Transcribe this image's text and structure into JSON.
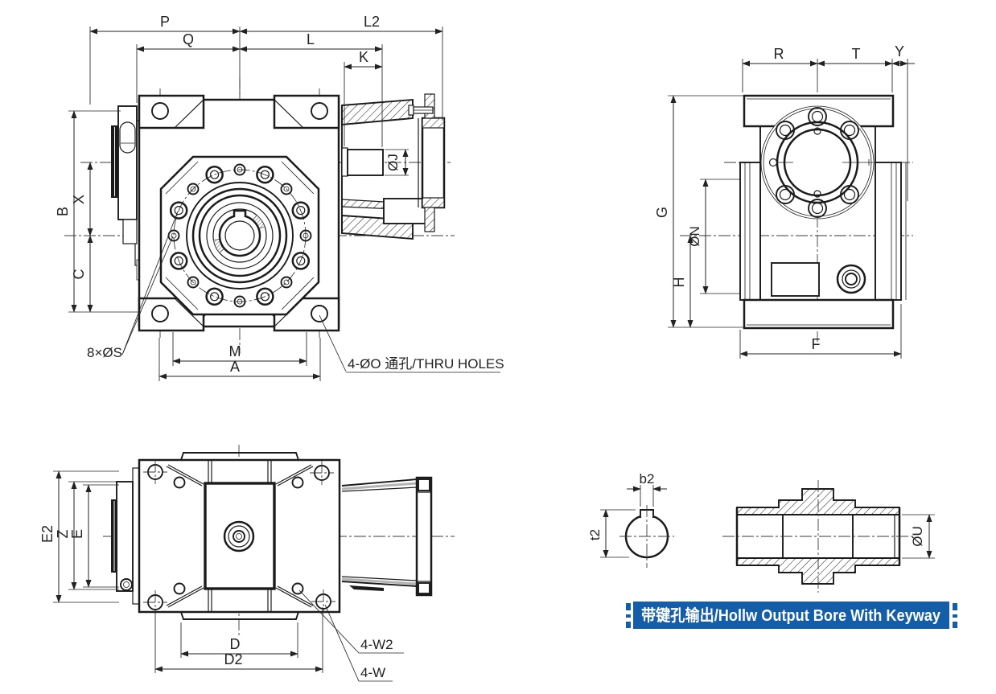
{
  "document": {
    "type": "gearbox dimensional drawing",
    "background": "#ffffff"
  },
  "colors": {
    "line": "#1b1b1b",
    "dimension_text": "#222222",
    "banner_background": "#145da9",
    "banner_text": "#ffffff"
  },
  "labels": {
    "front": {
      "p": "P",
      "q": "Q",
      "l2": "L2",
      "l": "L",
      "k": "K",
      "b": "B",
      "x": "X",
      "c": "C",
      "j": "ØJ",
      "s": "8×ØS",
      "m": "M",
      "a": "A",
      "o": "4-ØO 通孔/THRU HOLES"
    },
    "side": {
      "r": "R",
      "t": "T",
      "y": "Y",
      "g": "G",
      "h": "H",
      "n": "ØN",
      "f": "F"
    },
    "top": {
      "e2": "E2",
      "z": "Z",
      "e": "E",
      "d": "D",
      "d2": "D2",
      "w2": "4-W2",
      "w": "4-W"
    },
    "detail": {
      "b2": "b2",
      "t2": "t2",
      "u": "ØU",
      "banner": "带键孔输出/Hollw Output Bore With Keyway"
    }
  }
}
